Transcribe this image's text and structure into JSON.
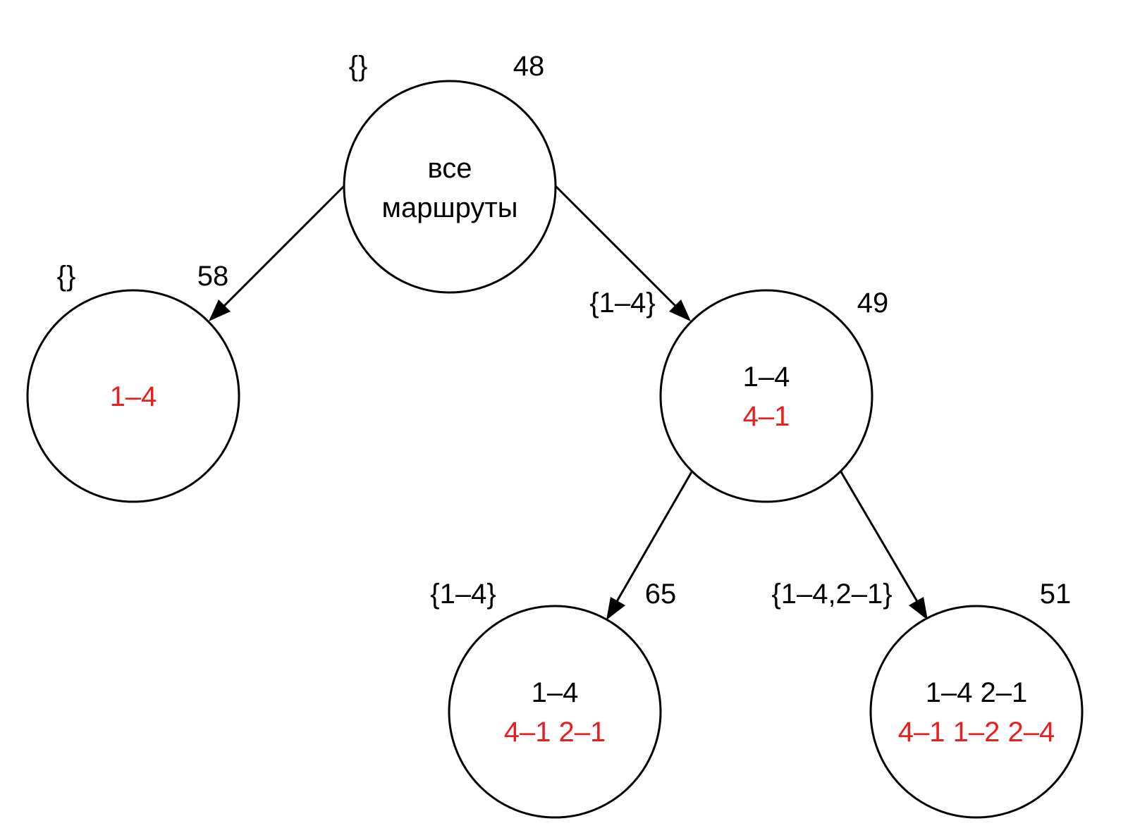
{
  "colors": {
    "black": "#000000",
    "red": "#ee1c1c"
  },
  "nodes": {
    "root": {
      "set": "{}",
      "bound": "48",
      "line1": "все",
      "line2": "маршруты"
    },
    "left": {
      "set": "{}",
      "bound": "58",
      "red_line": "1–4"
    },
    "right": {
      "set": "{1–4}",
      "bound": "49",
      "black_line": "1–4",
      "red_line": "4–1"
    },
    "right_left": {
      "set": "{1–4}",
      "bound": "65",
      "black_line": "1–4",
      "red_line": "4–1 2–1"
    },
    "right_right": {
      "set": "{1–4,2–1}",
      "bound": "51",
      "black_line": "1–4 2–1",
      "red_line": "4–1 1–2 2–4"
    }
  }
}
